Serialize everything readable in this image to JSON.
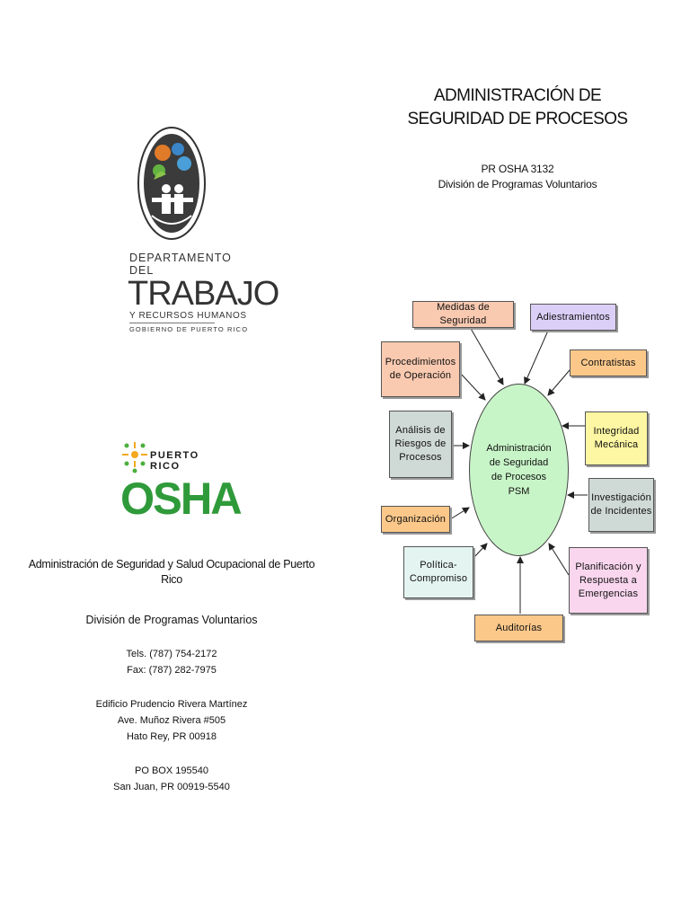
{
  "header": {
    "title_line1": "ADMINISTRACIÓN DE",
    "title_line2": "SEGURIDAD DE PROCESOS",
    "code": "PR OSHA 3132",
    "division": "División de Programas Voluntarios"
  },
  "dept_logo": {
    "line1": "DEPARTAMENTO DEL",
    "line2": "TRABAJO",
    "line3": "Y RECURSOS HUMANOS",
    "line4": "GOBIERNO DE PUERTO RICO"
  },
  "osha_logo": {
    "region": "PUERTO RICO",
    "word": "OSHA"
  },
  "contact": {
    "agency": "Administración de Seguridad y Salud Ocupacional de Puerto Rico",
    "division": "División de Programas Voluntarios",
    "tels": "Tels. (787) 754-2172",
    "fax": "Fax: (787) 282-7975",
    "address1": "Edificio Prudencio Rivera Martínez",
    "address2": "Ave. Muñoz Rivera #505",
    "address3": "Hato Rey, PR 00918",
    "pobox1": "PO BOX 195540",
    "pobox2": "San Juan, PR  00919-5540"
  },
  "diagram": {
    "center": [
      "Administración",
      "de Seguridad",
      "de Procesos",
      "PSM"
    ],
    "nodes": {
      "medidas": [
        "Medidas de Seguridad"
      ],
      "adiestramientos": [
        "Adiestramientos"
      ],
      "procedimientos": [
        "Procedimientos",
        "de Operación"
      ],
      "contratistas": [
        "Contratistas"
      ],
      "analisis": [
        "Análisis de",
        "Riesgos de",
        "Procesos"
      ],
      "integridad": [
        "Integridad",
        "Mecánica"
      ],
      "investigacion": [
        "Investigación",
        "de Incidentes"
      ],
      "organizacion": [
        "Organización"
      ],
      "politica": [
        "Política-",
        "Compromiso"
      ],
      "planificacion": [
        "Planificación y",
        "Respuesta a",
        "Emergencias"
      ],
      "auditorias": [
        "Auditorías"
      ]
    },
    "colors": {
      "salmon": "#f9c9b0",
      "lavender": "#dccff7",
      "orange": "#fcc88a",
      "gray": "#cfd9d6",
      "yellow": "#fdf6a3",
      "mint": "#e4f4f1",
      "pink": "#f9d6ee",
      "circle": "#c8f5c8"
    }
  }
}
